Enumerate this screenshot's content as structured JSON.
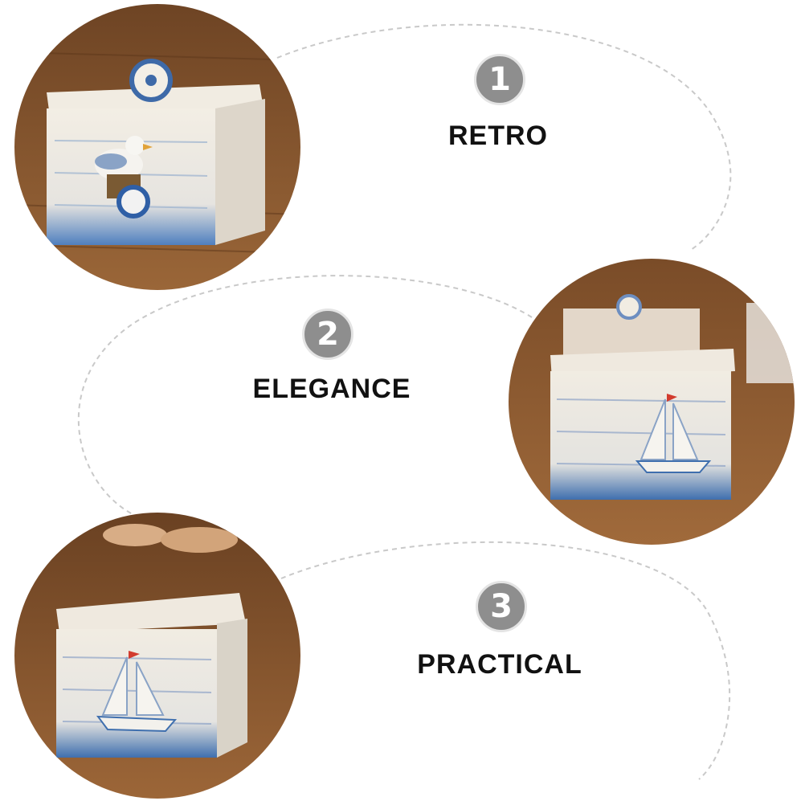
{
  "features": [
    {
      "number": "1",
      "label": "RETRO",
      "motif": "seagull-figure"
    },
    {
      "number": "2",
      "label": "ELEGANCE",
      "motif": "sailboat-figure"
    },
    {
      "number": "3",
      "label": "PRACTICAL",
      "motif": "sailboat-figure"
    }
  ],
  "colors": {
    "badge": "#8e8e8e",
    "label": "#111111",
    "wood": "#8a5a32",
    "box_white": "#f1ece2",
    "box_blue": "#3f6fae",
    "dashed_line": "#c9c9c9"
  }
}
